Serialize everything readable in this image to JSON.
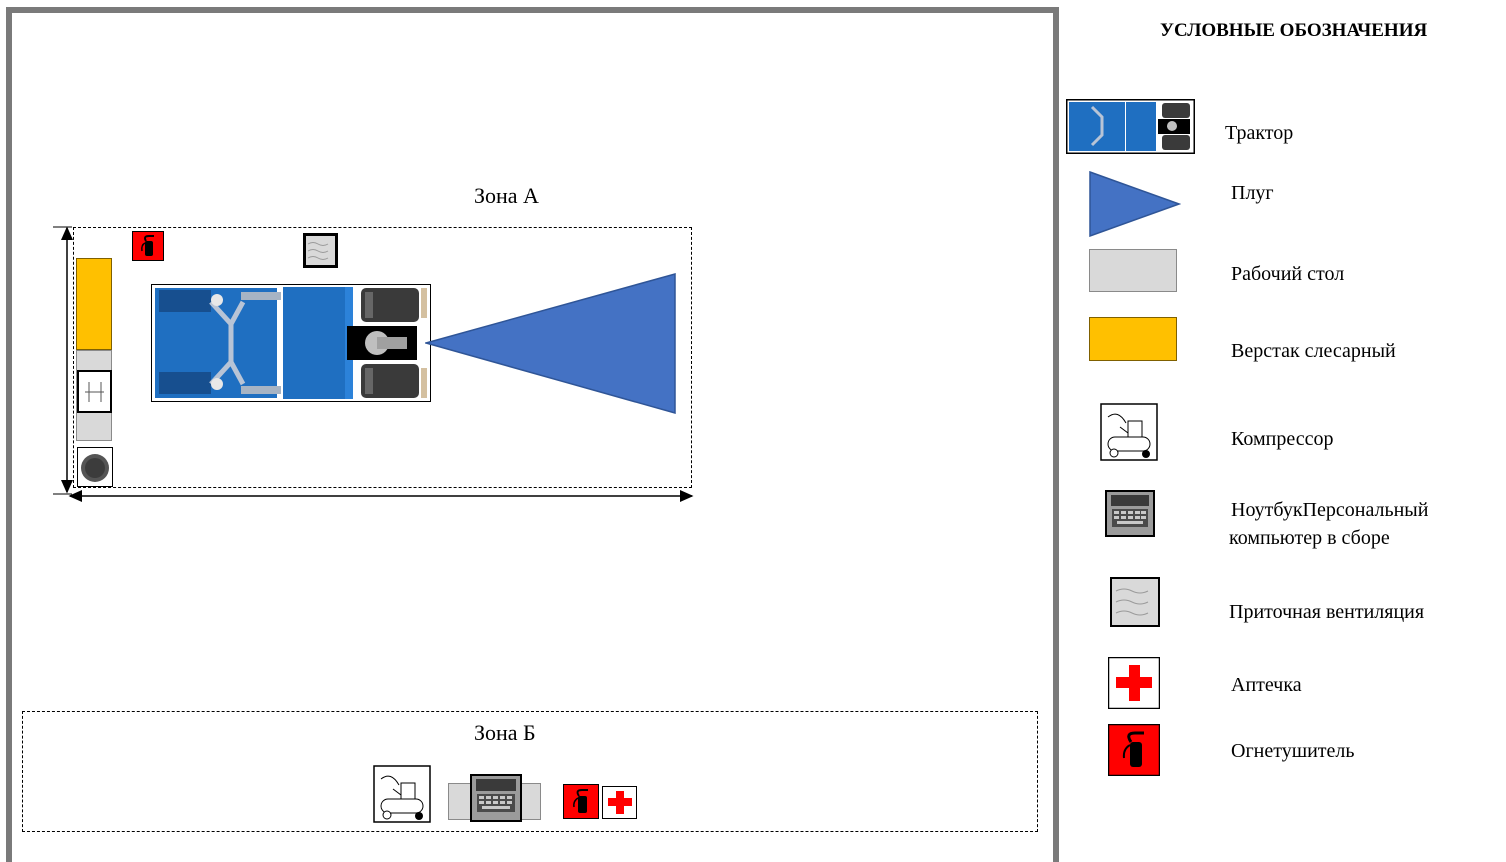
{
  "legend": {
    "title": "УСЛОВНЫЕ ОБОЗНАЧЕНИЯ",
    "items": [
      {
        "label": "Трактор",
        "icon": "tractor-icon"
      },
      {
        "label": "Плуг",
        "icon": "plough-icon"
      },
      {
        "label": "Рабочий стол",
        "icon": "work-table-icon"
      },
      {
        "label": "Верстак слесарный",
        "icon": "workbench-icon"
      },
      {
        "label": "Компрессор",
        "icon": "compressor-icon"
      },
      {
        "label_line1": "НоутбукПерсональный",
        "label_line2": "компьютер в сборе",
        "icon": "laptop-icon"
      },
      {
        "label": "Приточная вентиляция",
        "icon": "ventilation-icon"
      },
      {
        "label": "Аптечка",
        "icon": "first-aid-icon"
      },
      {
        "label": "Огнетушитель",
        "icon": "fire-extinguisher-icon"
      }
    ]
  },
  "zones": {
    "a_label": "Зона А",
    "b_label": "Зона Б"
  },
  "colors": {
    "tractor_blue": "#1f6fc1",
    "plough_blue": "#4472c4",
    "workbench_yellow": "#ffc000",
    "table_grey": "#d9d9d9",
    "alarm_red": "#ff0000",
    "wall_grey": "#7a7a7a"
  }
}
